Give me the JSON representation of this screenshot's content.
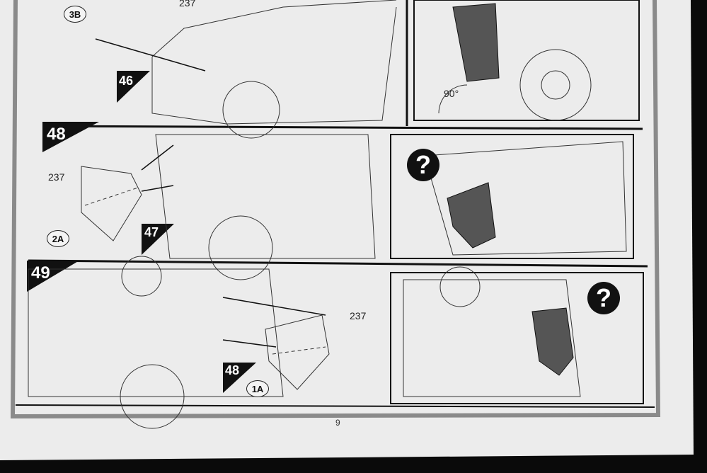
{
  "steps": {
    "step46_part_circle": "3B",
    "step46_part_number": "237",
    "step46_ref": "46",
    "step46_angle": "90°",
    "step48_number": "48",
    "step48_part_number": "237",
    "step48_part_circle": "2A",
    "step48_ref": "47",
    "step49_number": "49",
    "step49_part_number": "237",
    "step49_ref": "48",
    "step49_part_circle": "1A"
  },
  "help_icon": "?",
  "page_number": "9",
  "colors": {
    "paper": "#eeeeee",
    "frame": "#8a8a8a",
    "ink": "#111111"
  }
}
